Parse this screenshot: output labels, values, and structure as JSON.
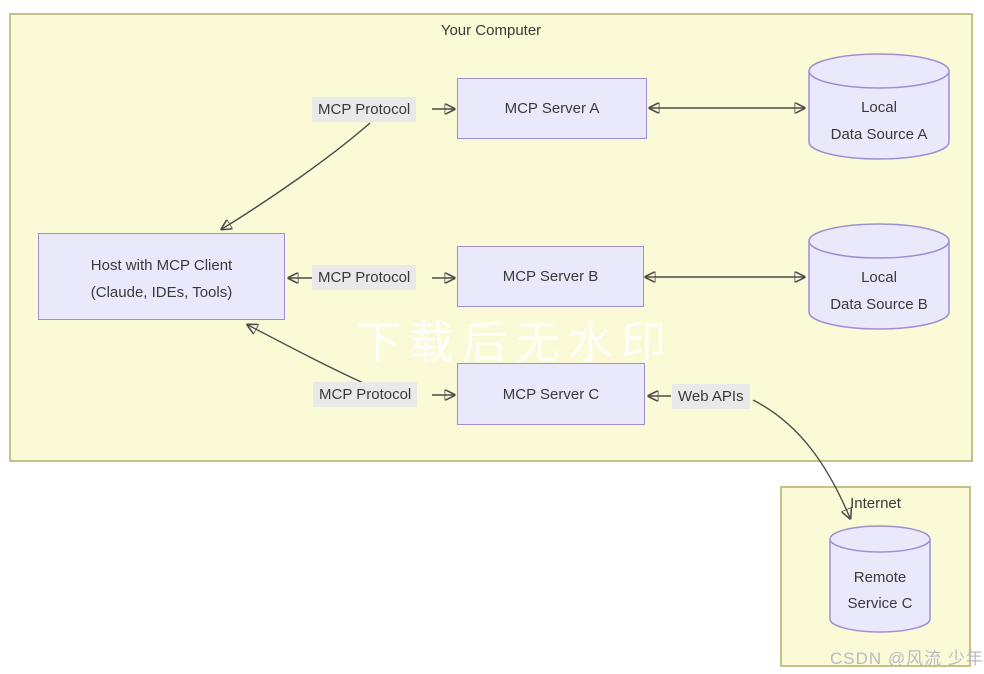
{
  "diagram": {
    "your_computer": {
      "title": "Your Computer",
      "host": {
        "line1": "Host with MCP Client",
        "line2": "(Claude, IDEs, Tools)"
      },
      "servers": [
        {
          "label": "MCP Server A"
        },
        {
          "label": "MCP Server B"
        },
        {
          "label": "MCP Server C"
        }
      ],
      "data_sources": [
        {
          "line1": "Local",
          "line2": "Data Source A"
        },
        {
          "line1": "Local",
          "line2": "Data Source B"
        }
      ],
      "protocol_labels": [
        "MCP Protocol",
        "MCP Protocol",
        "MCP Protocol"
      ],
      "web_apis_label": "Web APIs"
    },
    "internet": {
      "title": "Internet",
      "remote_service": {
        "line1": "Remote",
        "line2": "Service C"
      }
    },
    "watermarks": {
      "center": "下载后无水印",
      "corner": "CSDN @风流 少年"
    },
    "colors": {
      "container_fill": "#fafad6",
      "container_border": "#c2c289",
      "node_fill": "#eae8fb",
      "node_border": "#9c90d4",
      "edge_label_bg": "#e9e9e9",
      "arrow": "#4b4b4b",
      "text": "#3a3a3a"
    }
  }
}
